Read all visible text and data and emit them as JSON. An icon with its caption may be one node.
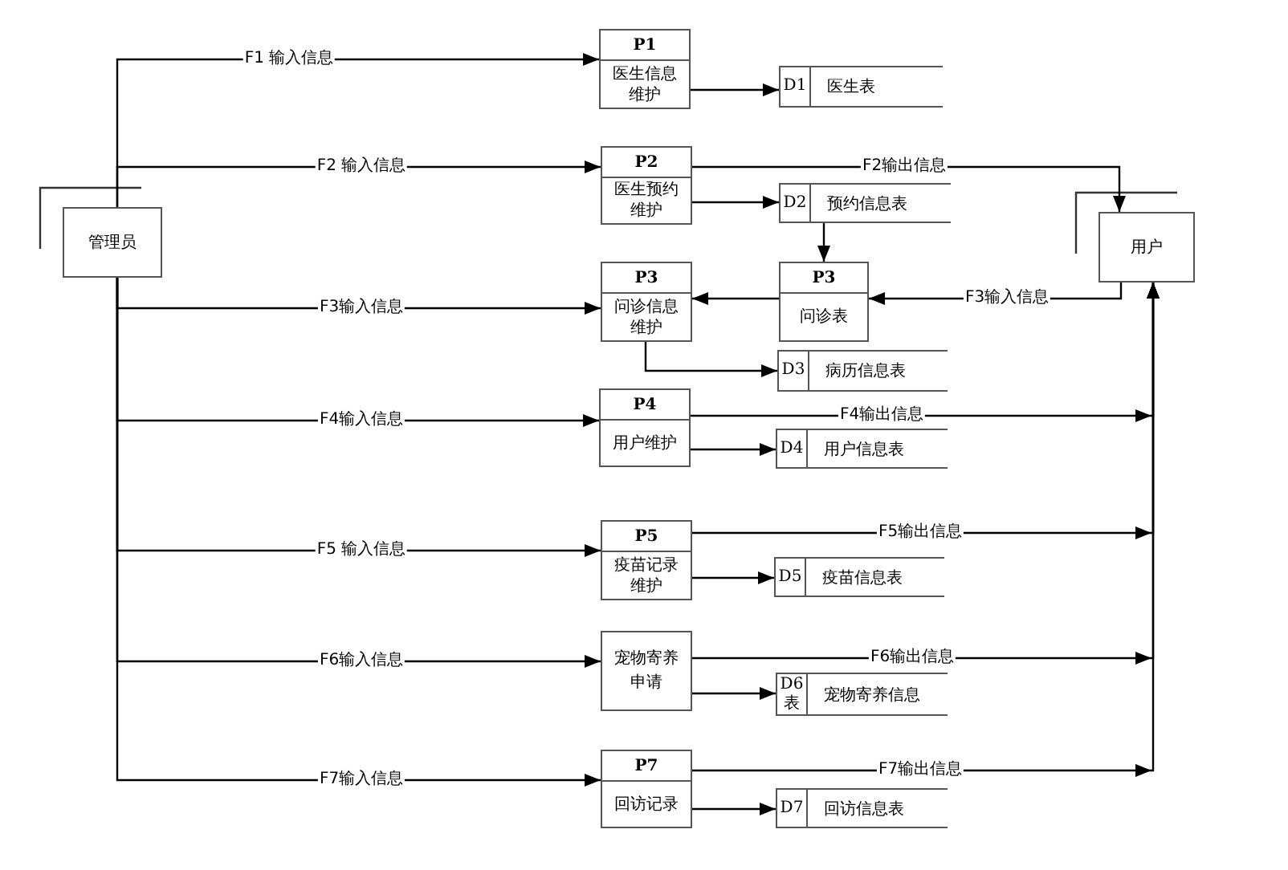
{
  "diagram": {
    "nodes": [
      {
        "text": [
          "管理员"
        ]
      },
      {
        "text": [
          "用户"
        ]
      },
      {
        "text": [
          "P1",
          "医生信息维护"
        ]
      },
      {
        "text": [
          "D1",
          "医生表"
        ]
      },
      {
        "text": [
          "P2",
          "医生预约维护"
        ]
      },
      {
        "text": [
          "D2",
          "预约信息表"
        ]
      },
      {
        "text": [
          "P3",
          "问诊信息维护"
        ]
      },
      {
        "text": [
          "P3",
          "问诊表"
        ]
      },
      {
        "text": [
          "D3",
          "病历信息表"
        ]
      },
      {
        "text": [
          "P4",
          "用户维护"
        ]
      },
      {
        "text": [
          "D4",
          "用户信息表"
        ]
      },
      {
        "text": [
          "P5",
          "疫苗记录维护"
        ]
      },
      {
        "text": [
          "D5",
          "疫苗信息表"
        ]
      },
      {
        "text": [
          "宠物寄养申请"
        ]
      },
      {
        "text": [
          "D6表",
          "宠物寄养信息"
        ]
      },
      {
        "text": [
          "P7",
          "回访记录"
        ]
      },
      {
        "text": [
          "D7",
          "回访信息表"
        ]
      }
    ],
    "edges": [
      {
        "from": 0,
        "to": 2,
        "arrow": "to",
        "label": "F1 输入信息"
      },
      {
        "from": 0,
        "to": 4,
        "arrow": "to",
        "label": "F2 输入信息"
      },
      {
        "from": 0,
        "to": 6,
        "arrow": "to",
        "label": "F3输入信息"
      },
      {
        "from": 0,
        "to": 9,
        "arrow": "to",
        "label": "F4输入信息"
      },
      {
        "from": 0,
        "to": 11,
        "arrow": "to",
        "label": "F5 输入信息"
      },
      {
        "from": 0,
        "to": 13,
        "arrow": "to",
        "label": "F6输入信息"
      },
      {
        "from": 0,
        "to": 15,
        "arrow": "to",
        "label": "F7输入信息"
      },
      {
        "from": 2,
        "to": 3,
        "arrow": "to"
      },
      {
        "from": 4,
        "to": 5,
        "arrow": "to"
      },
      {
        "from": 4,
        "to": 1,
        "arrow": "to",
        "label": "F2输出信息"
      },
      {
        "from": 5,
        "to": 7,
        "arrow": "to"
      },
      {
        "from": 1,
        "to": 7,
        "arrow": "to",
        "label": "F3输入信息"
      },
      {
        "from": 7,
        "to": 6,
        "arrow": "to"
      },
      {
        "from": 6,
        "to": 8,
        "arrow": "to"
      },
      {
        "from": 9,
        "to": 1,
        "arrow": "to",
        "label": "F4输出信息"
      },
      {
        "from": 9,
        "to": 10,
        "arrow": "to"
      },
      {
        "from": 11,
        "to": 1,
        "arrow": "to",
        "label": "F5输出信息"
      },
      {
        "from": 11,
        "to": 12,
        "arrow": "to"
      },
      {
        "from": 13,
        "to": 1,
        "arrow": "to",
        "label": "F6输出信息"
      },
      {
        "from": 13,
        "to": 14,
        "arrow": "to"
      },
      {
        "from": 15,
        "to": 1,
        "arrow": "to",
        "label": "F7输出信息"
      },
      {
        "from": 15,
        "to": 16,
        "arrow": "to"
      }
    ]
  }
}
